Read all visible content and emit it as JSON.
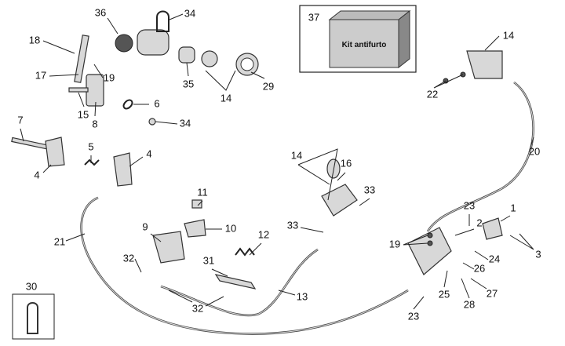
{
  "callouts": [
    "36",
    "34",
    "37",
    "14",
    "18",
    "17",
    "19",
    "35",
    "14",
    "29",
    "22",
    "6",
    "15",
    "8",
    "34",
    "7",
    "20",
    "5",
    "4",
    "4",
    "14",
    "16",
    "33",
    "11",
    "1",
    "23",
    "9",
    "10",
    "12",
    "21",
    "33",
    "2",
    "3",
    "19",
    "32",
    "31",
    "24",
    "26",
    "30",
    "27",
    "25",
    "13",
    "32",
    "28",
    "23"
  ],
  "kit_label": "Kit antifurto"
}
